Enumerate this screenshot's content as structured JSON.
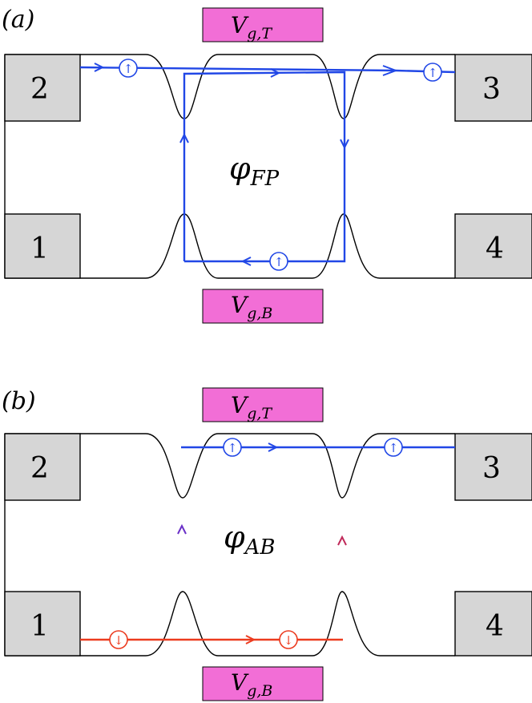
{
  "panels": [
    {
      "label": "(a)",
      "gate_top": {
        "base": "V",
        "sub": "g,T"
      },
      "gate_bottom": {
        "base": "V",
        "sub": "g,B"
      },
      "contacts": {
        "c1": "1",
        "c2": "2",
        "c3": "3",
        "c4": "4"
      },
      "phase": {
        "base": "φ",
        "sub": "FP"
      },
      "spin_markers": [
        "↑",
        "↑",
        "↑"
      ]
    },
    {
      "label": "(b)",
      "gate_top": {
        "base": "V",
        "sub": "g,T"
      },
      "gate_bottom": {
        "base": "V",
        "sub": "g,B"
      },
      "contacts": {
        "c1": "1",
        "c2": "2",
        "c3": "3",
        "c4": "4"
      },
      "phase": {
        "base": "φ",
        "sub": "AB"
      },
      "spin_markers": [
        "↑",
        "↑",
        "↓",
        "↓"
      ]
    }
  ],
  "colors": {
    "gate_fill": "#f26ed6",
    "contact_fill": "#d6d6d6",
    "spin_up_path": "#2147e6",
    "spin_down_path": "#ec3b1f",
    "mixed_path": "#8a2a9a",
    "boundary": "#000000"
  }
}
